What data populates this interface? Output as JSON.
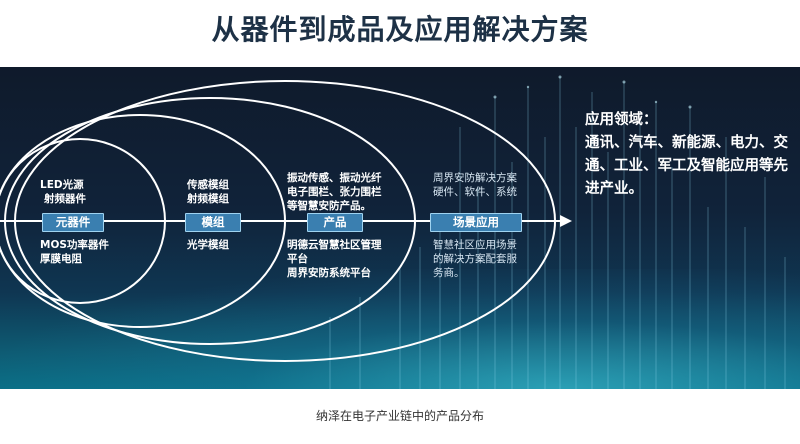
{
  "title": "从器件到成品及应用解决方案",
  "caption": "纳泽在电子产业链中的产品分布",
  "colors": {
    "tag_bg": "#3a7fb0",
    "panel_top": "#0f1a2b",
    "panel_bottom": "#0a6f86"
  },
  "levels": [
    {
      "tag": "元器件",
      "above": [
        "LED光源",
        "射频器件"
      ],
      "below": [
        "MOS功率器件",
        "厚膜电阻"
      ]
    },
    {
      "tag": "模组",
      "above": [
        "传感模组",
        "射频模组"
      ],
      "below": [
        "光学模组"
      ]
    },
    {
      "tag": "产品",
      "above": [
        "振动传感、振动光纤",
        "电子围栏、张力围栏",
        "等智慧安防产品。"
      ],
      "below": [
        "明德云智慧社区管理",
        "平台",
        "周界安防系统平台"
      ]
    },
    {
      "tag": "场景应用",
      "above": [
        "周界安防解决方案",
        "硬件、软件、系统"
      ],
      "below": [
        "智慧社区应用场景",
        "的解决方案配套服",
        "务商。"
      ]
    }
  ],
  "application": {
    "heading": "应用领域：",
    "body": "通讯、汽车、新能源、电力、交通、工业、军工及智能应用等先进产业。"
  }
}
